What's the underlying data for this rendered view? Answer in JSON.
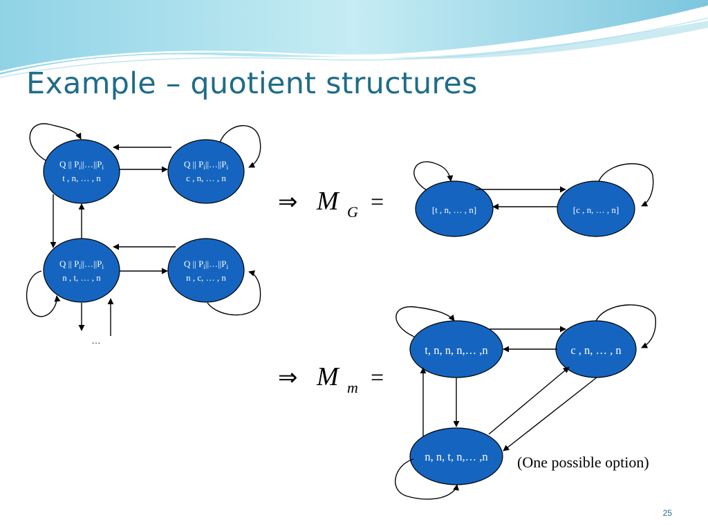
{
  "slide": {
    "title": "Example – quotient structures",
    "page_number": "25",
    "note": "(One possible option)",
    "accent_color": "#1f6d86",
    "node_color": "#1565c0"
  },
  "left_structure": {
    "nodes": [
      {
        "id": "s1",
        "line1_prefix": "Q || P",
        "line1_mid": "||…||P",
        "sub": "i",
        "line2": "t ,  n, … , n"
      },
      {
        "id": "s2",
        "line1_prefix": "Q || P",
        "line1_mid": "||…||P",
        "sub": "i",
        "line2": "c ,  n, … , n"
      },
      {
        "id": "s3",
        "line1_prefix": "Q || P",
        "line1_mid": "||…||P",
        "sub": "i",
        "line2": "n ,  t, … , n"
      },
      {
        "id": "s4",
        "line1_prefix": "Q || P",
        "line1_mid": "||…||P",
        "sub": "i",
        "line2": "n ,  c, … , n"
      }
    ],
    "ellipsis": "…"
  },
  "mg_structure": {
    "arrow_symbol": "⇒",
    "var": "M",
    "subscript": "G",
    "equals": "=",
    "nodes": [
      "[t ,  n, … , n]",
      "[c ,  n, … , n]"
    ]
  },
  "mm_structure": {
    "arrow_symbol": "⇒",
    "var": "M",
    "subscript": "m",
    "equals": "=",
    "nodes": [
      "t, n, n, n,… ,n",
      "c ,  n, … , n",
      "n, n, t, n,… ,n"
    ]
  }
}
